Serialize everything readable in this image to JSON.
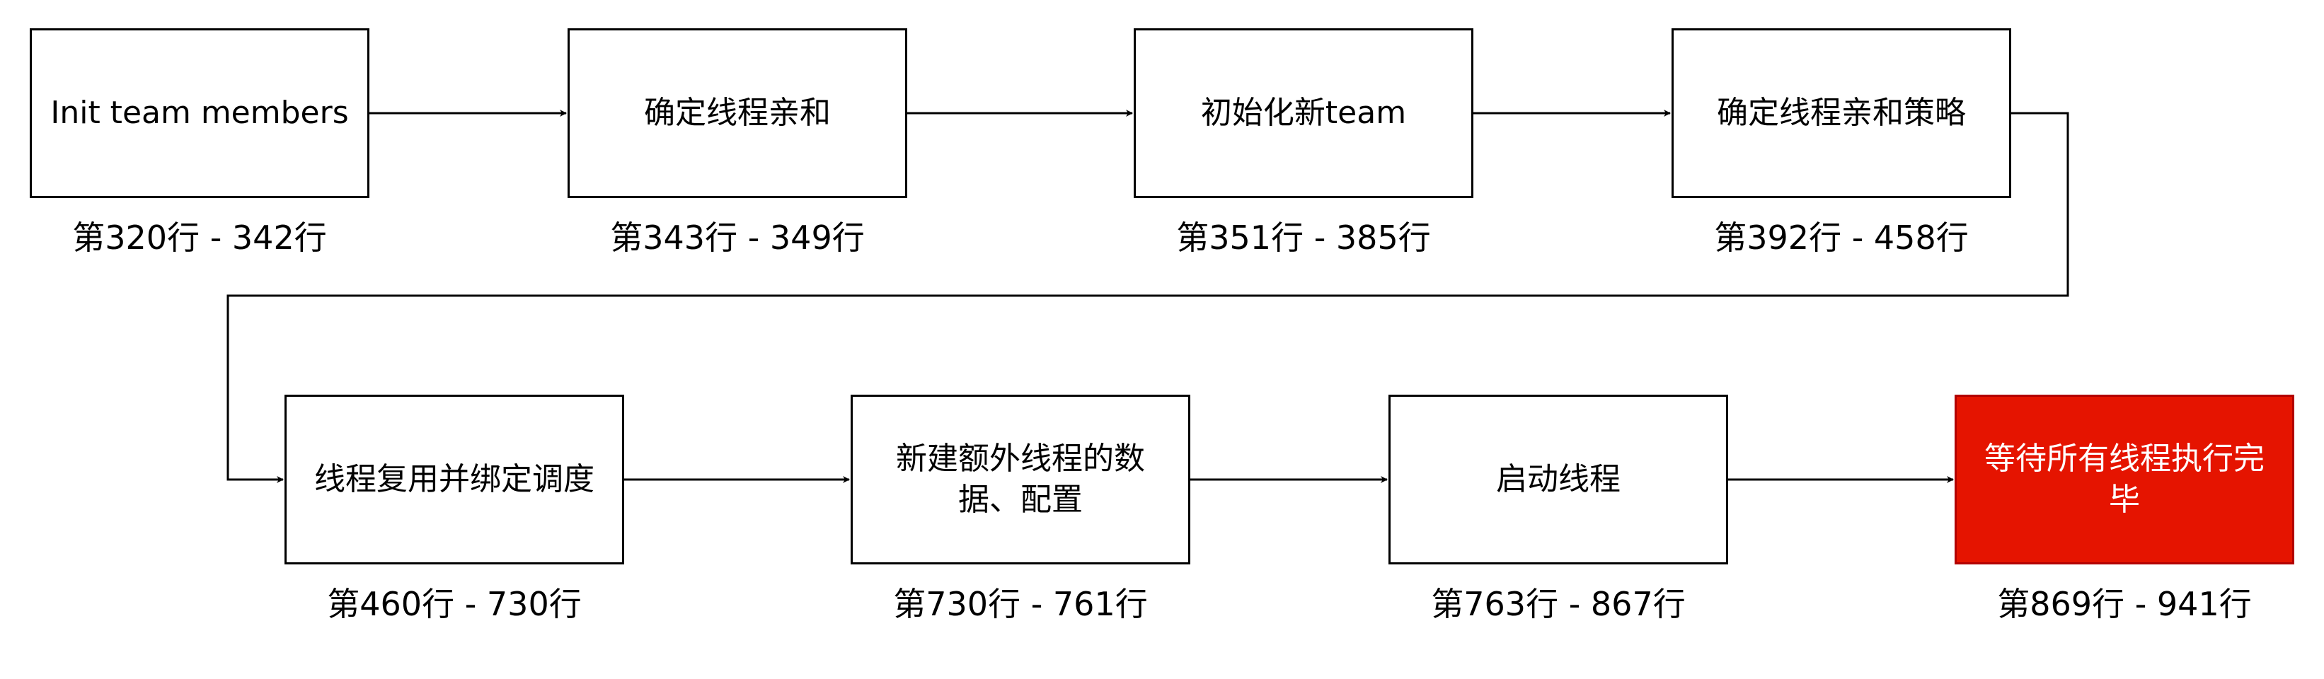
{
  "steps": [
    {
      "label": "Init team members",
      "lines": "第320行 - 342行",
      "highlight": false
    },
    {
      "label": "确定线程亲和",
      "lines": "第343行 - 349行",
      "highlight": false
    },
    {
      "label": "初始化新team",
      "lines": "第351行 - 385行",
      "highlight": false
    },
    {
      "label": "确定线程亲和策略",
      "lines": "第392行 - 458行",
      "highlight": false
    },
    {
      "label": "线程复用并绑定调度",
      "lines": "第460行 - 730行",
      "highlight": false
    },
    {
      "label": "新建额外线程的数据、配置",
      "lines": "第730行 - 761行",
      "highlight": false
    },
    {
      "label": "启动线程",
      "lines": "第763行 - 867行",
      "highlight": false
    },
    {
      "label": "等待所有线程执行完毕",
      "lines": "第869行 - 941行",
      "highlight": true
    }
  ],
  "colors": {
    "stroke": "#000000",
    "highlight_fill": "#e51400",
    "highlight_border": "#b20000",
    "highlight_text": "#ffffff"
  }
}
